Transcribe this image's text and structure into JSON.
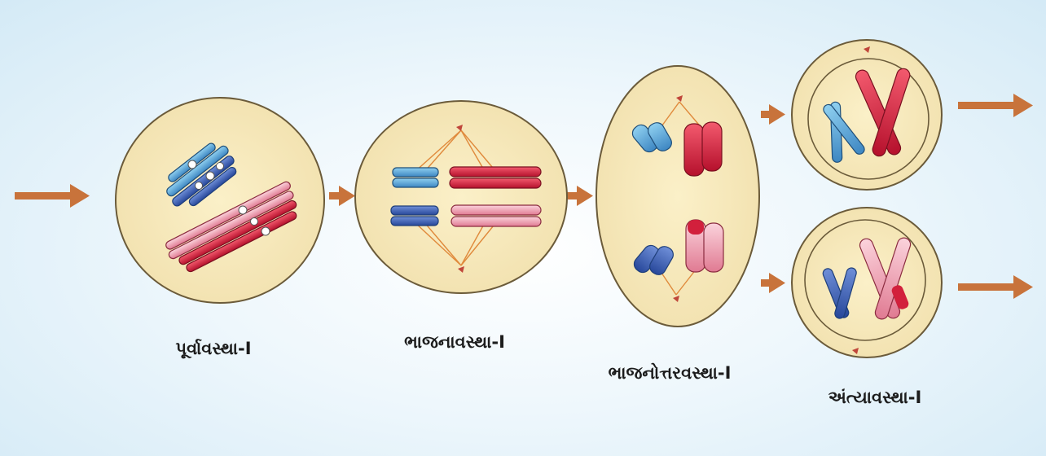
{
  "colors": {
    "cell_fill": "#f6e9bf",
    "cell_stroke": "#6b5b3a",
    "arrow": "#c8733b",
    "spindle": "#e08a3c",
    "centrosome": "#c0463a",
    "blue_light": "#5aa9d6",
    "blue_dark": "#2f5fa8",
    "red": "#d2203c",
    "pink": "#e98da0"
  },
  "stages": [
    {
      "label": "પૂર્વાવસ્થા-I",
      "icon": "prophase-cell"
    },
    {
      "label": "ભાજનાવસ્થા-I",
      "icon": "metaphase-cell"
    },
    {
      "label": "ભાજનોત્તરવસ્થા-I",
      "icon": "anaphase-cell"
    },
    {
      "label": "અંત્યાવસ્થા-I",
      "icon": "telophase-cells"
    }
  ],
  "arrows": [
    "arrow-right-icon"
  ]
}
